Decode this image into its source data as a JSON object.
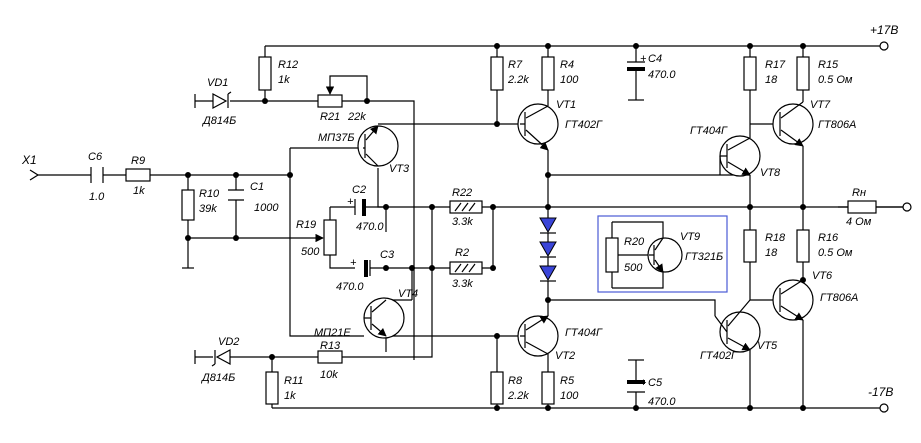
{
  "rails": {
    "positive": "+17В",
    "negative": "-17В"
  },
  "input": {
    "name": "X1"
  },
  "capacitors": {
    "C6": {
      "name": "C6",
      "value": "1.0"
    },
    "C1": {
      "name": "C1",
      "value": "1000"
    },
    "C2": {
      "name": "C2",
      "value": "470.0"
    },
    "C3": {
      "name": "C3",
      "value": "470.0"
    },
    "C4": {
      "name": "C4",
      "value": "470.0"
    },
    "C5": {
      "name": "C5",
      "value": "470.0"
    }
  },
  "polarity": "+",
  "resistors": {
    "R9": {
      "name": "R9",
      "value": "1k"
    },
    "R10": {
      "name": "R10",
      "value": "39k"
    },
    "R12": {
      "name": "R12",
      "value": "1k"
    },
    "R21": {
      "name": "R21",
      "value": "22k"
    },
    "R19": {
      "name": "R19",
      "value": "500"
    },
    "R22": {
      "name": "R22",
      "value": "3.3k"
    },
    "R2": {
      "name": "R2",
      "value": "3.3k"
    },
    "R7": {
      "name": "R7",
      "value": "2.2k"
    },
    "R4": {
      "name": "R4",
      "value": "100"
    },
    "R17": {
      "name": "R17",
      "value": "18"
    },
    "R15": {
      "name": "R15",
      "value": "0.5 Ом"
    },
    "R18": {
      "name": "R18",
      "value": "18"
    },
    "R16": {
      "name": "R16",
      "value": "0.5 Ом"
    },
    "R20": {
      "name": "R20",
      "value": "500"
    },
    "R13": {
      "name": "R13",
      "value": "10k"
    },
    "R11": {
      "name": "R11",
      "value": "1k"
    },
    "R8": {
      "name": "R8",
      "value": "2.2k"
    },
    "R5": {
      "name": "R5",
      "value": "100"
    },
    "Rn": {
      "name": "Rн",
      "value": "4 Ом"
    }
  },
  "diodes": {
    "VD1": {
      "name": "VD1",
      "type": "Д814Б"
    },
    "VD2": {
      "name": "VD2",
      "type": "Д814Б"
    }
  },
  "transistors": {
    "VT1": {
      "name": "VT1",
      "type": "ГТ402Г"
    },
    "VT2": {
      "name": "VT2",
      "type": "ГТ404Г"
    },
    "VT3": {
      "name": "VT3",
      "type": "МП37Б"
    },
    "VT4": {
      "name": "VT4",
      "type": "МП21Е"
    },
    "VT5": {
      "name": "VT5",
      "type": "ГТ402Г"
    },
    "VT6": {
      "name": "VT6",
      "type": "ГТ806А"
    },
    "VT7": {
      "name": "VT7",
      "type": "ГТ806А"
    },
    "VT8": {
      "name": "VT8",
      "type": "ГТ404Г"
    },
    "VT9": {
      "name": "VT9",
      "type": "ГТ321Б"
    }
  },
  "colors": {
    "bias_diodes": "#3a45d8",
    "bias_box": "#4a5bd4"
  }
}
